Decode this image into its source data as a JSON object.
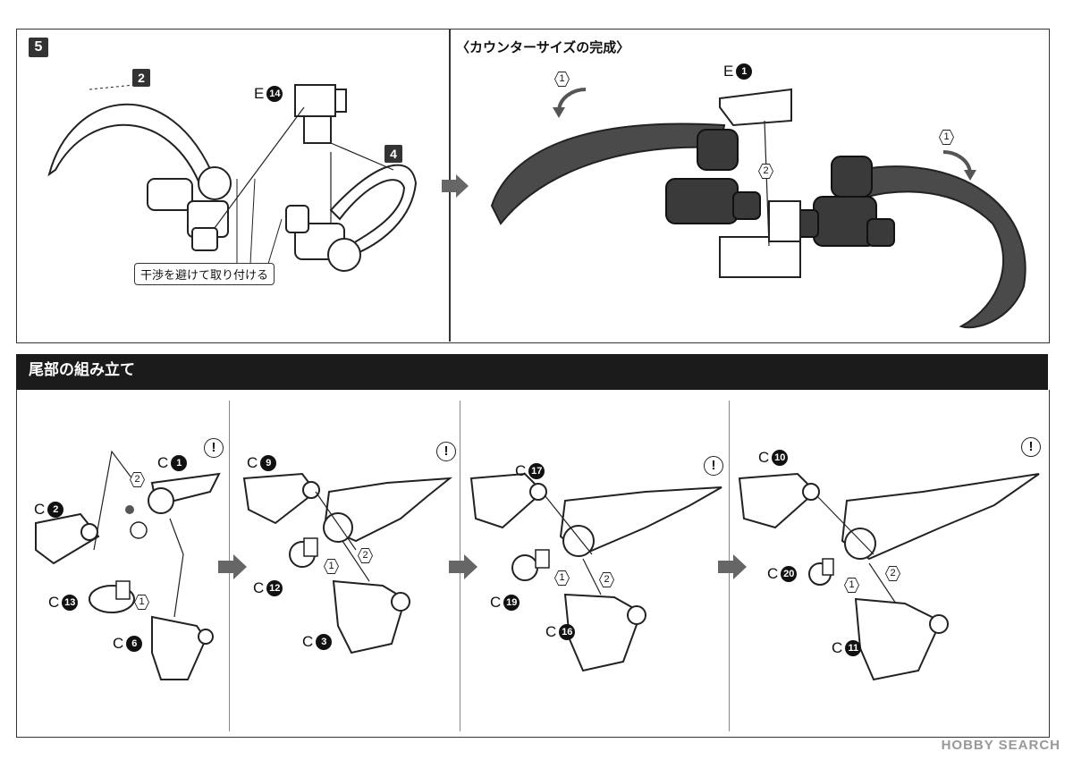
{
  "step5": {
    "number": "5",
    "parts": {
      "part2": "2",
      "part4": "4",
      "e14_prefix": "E",
      "e14_num": "14"
    },
    "note": "干渉を避けて取り付ける"
  },
  "counter": {
    "title": "〈カウンターサイズの完成〉",
    "e1_prefix": "E",
    "e1_num": "1",
    "steps": [
      "1",
      "1",
      "2"
    ]
  },
  "tail": {
    "title": "尾部の組み立て",
    "panel1": {
      "c1": "1",
      "c2": "2",
      "c13": "13",
      "c6": "6",
      "steps": [
        "2",
        "1"
      ]
    },
    "panel2": {
      "c9": "9",
      "c12": "12",
      "c3": "3",
      "steps": [
        "1",
        "2"
      ]
    },
    "panel3": {
      "c17": "17",
      "c19": "19",
      "c16": "16",
      "steps": [
        "1",
        "2"
      ]
    },
    "panel4": {
      "c10": "10",
      "c20": "20",
      "c11": "11",
      "steps": [
        "1",
        "2"
      ]
    },
    "prefix": "C",
    "attention": "!"
  },
  "watermark": "HOBBY SEARCH"
}
